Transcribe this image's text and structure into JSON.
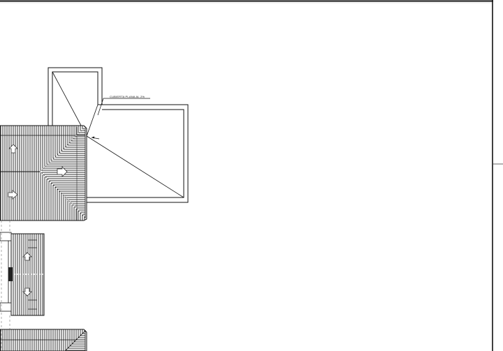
{
  "drawing": {
    "type": "roof-plan",
    "annotations": [
      {
        "id": "flat-roof-label",
        "text": "CUBIERTA PLANA AL 2%"
      }
    ],
    "colors": {
      "line": "#111111",
      "hatch": "#333333",
      "background": "#ffffff",
      "guide": "#777777"
    }
  }
}
